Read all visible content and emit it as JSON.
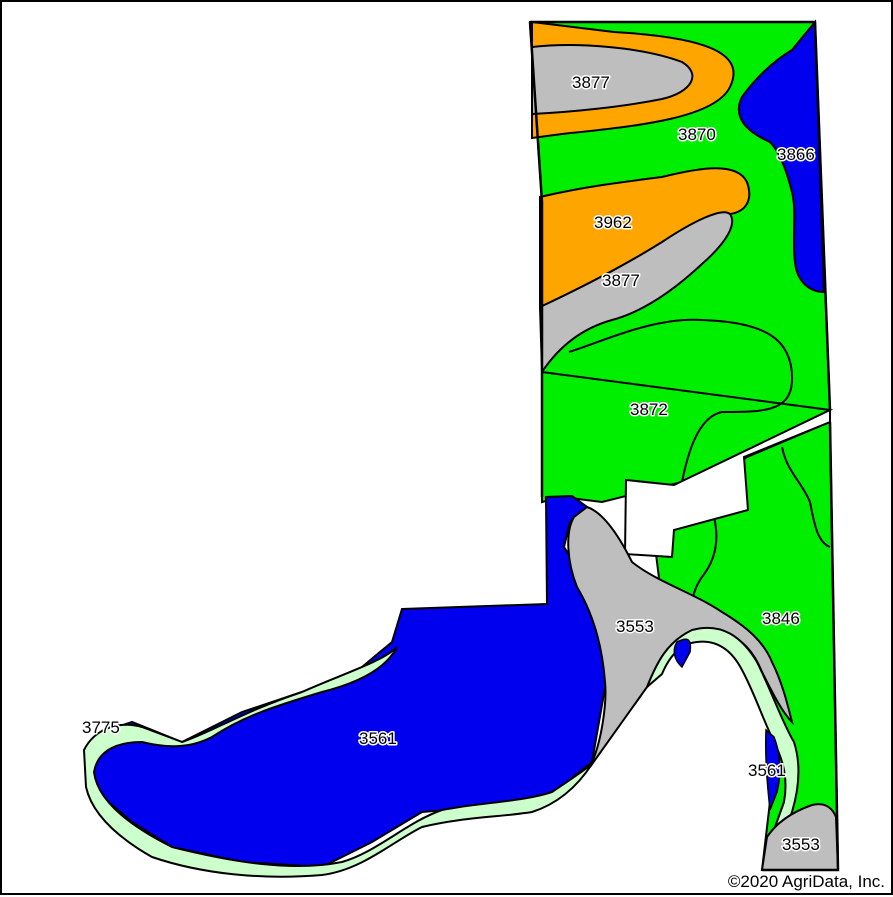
{
  "map": {
    "colors": {
      "green": "#00ee00",
      "orange": "#ffa500",
      "gray": "#bebebe",
      "blue": "#0000ee",
      "pale_green": "#ccffcc",
      "outline": "#000000"
    },
    "soil_labels": [
      {
        "id": "l-3877-a",
        "text": "3877"
      },
      {
        "id": "l-3870",
        "text": "3870"
      },
      {
        "id": "l-3866",
        "text": "3866"
      },
      {
        "id": "l-3962",
        "text": "3962"
      },
      {
        "id": "l-3877-b",
        "text": "3877"
      },
      {
        "id": "l-3872",
        "text": "3872"
      },
      {
        "id": "l-3553-a",
        "text": "3553"
      },
      {
        "id": "l-3846",
        "text": "3846"
      },
      {
        "id": "l-3775",
        "text": "3775"
      },
      {
        "id": "l-3561-a",
        "text": "3561"
      },
      {
        "id": "l-3561-b",
        "text": "3561"
      },
      {
        "id": "l-3553-b",
        "text": "3553"
      }
    ],
    "copyright": "©2020 AgriData, Inc."
  }
}
